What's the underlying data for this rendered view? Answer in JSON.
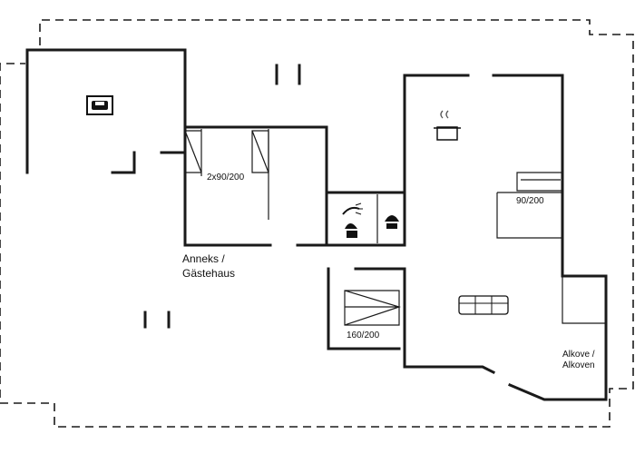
{
  "labels": {
    "bed_twin": "2x90/200",
    "bed_single": "90/200",
    "bed_double": "160/200",
    "annex_line1": "Anneks /",
    "annex_line2": "Gästehaus",
    "alcove_line1": "Alkove /",
    "alcove_line2": "Alkoven"
  },
  "icons": [
    "car-icon",
    "cooking-pot-icon",
    "shower-icon",
    "toilet-icon",
    "sofa-icon",
    "bed-icon"
  ]
}
